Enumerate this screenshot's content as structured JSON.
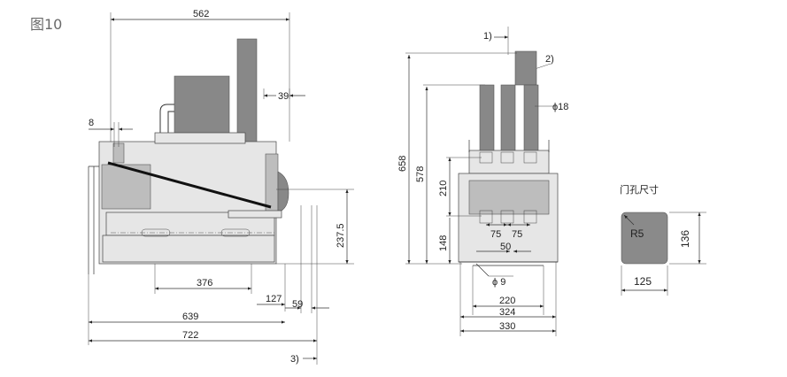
{
  "figure_label": "图10",
  "door_cutout_label": "门孔尺寸",
  "side_view": {
    "dim_562": "562",
    "dim_39": "39",
    "dim_8": "8",
    "dim_237_5": "237.5",
    "dim_376": "376",
    "dim_127": "127",
    "dim_59": "59",
    "dim_639": "639",
    "dim_722": "722",
    "note_3": "3)"
  },
  "front_view": {
    "note_1": "1)",
    "note_2": "2)",
    "dim_phi18": "ϕ18",
    "dim_658": "658",
    "dim_578": "578",
    "dim_210": "210",
    "dim_148": "148",
    "dim_75a": "75",
    "dim_75b": "75",
    "dim_50": "50",
    "dim_phi9": "ϕ 9",
    "dim_220": "220",
    "dim_324": "324",
    "dim_330": "330"
  },
  "cutout": {
    "radius": "R5",
    "height": "136",
    "width": "125"
  }
}
